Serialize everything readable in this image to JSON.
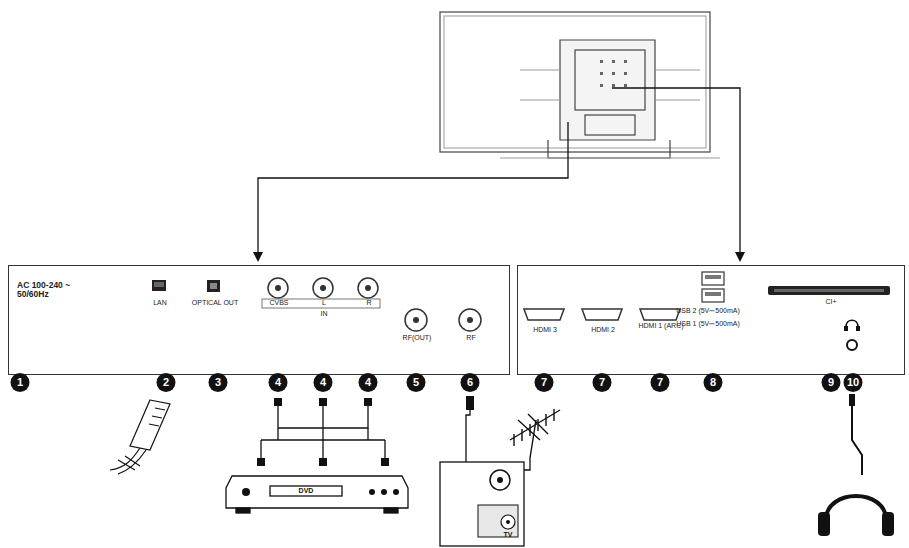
{
  "diagram": {
    "nodes": [
      {
        "text": [
          "AC 100-240 ~ 50/60Hz",
          "LAN",
          "OPTICAL OUT",
          "CVBS",
          "L",
          "R",
          "IN",
          "RF(OUT)",
          "RF"
        ]
      },
      {
        "text": [
          "HDMI 3",
          "HDMI 2",
          "HDMI 1 (ARC)",
          "USB 2 (5V⎓500mA)",
          "USB 1 (5V⎓500mA)",
          "CI+"
        ]
      }
    ],
    "labels": [
      "1",
      "2",
      "3",
      "4",
      "4",
      "4",
      "5",
      "6",
      "7",
      "7",
      "7",
      "8",
      "9",
      "10",
      "DVD",
      "TV"
    ]
  }
}
